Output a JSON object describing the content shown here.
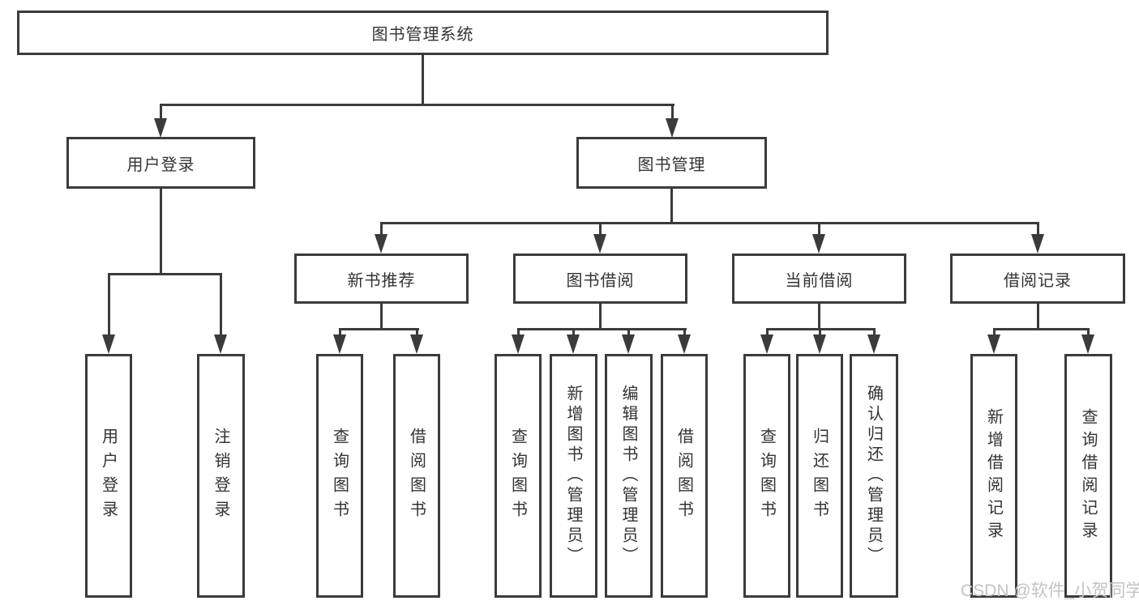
{
  "diagram": {
    "title_note": "functional structure tree",
    "root": {
      "label": "图书管理系统"
    },
    "branches": [
      {
        "label": "用户登录",
        "children": [
          {
            "label": "用户登录"
          },
          {
            "label": "注销登录"
          }
        ]
      },
      {
        "label": "图书管理",
        "children": [
          {
            "label": "新书推荐",
            "children": [
              {
                "label": "查询图书"
              },
              {
                "label": "借阅图书"
              }
            ]
          },
          {
            "label": "图书借阅",
            "children": [
              {
                "label": "查询图书"
              },
              {
                "label": "新增图书（管理员）"
              },
              {
                "label": "编辑图书（管理员）"
              },
              {
                "label": "借阅图书"
              }
            ]
          },
          {
            "label": "当前借阅",
            "children": [
              {
                "label": "查询图书"
              },
              {
                "label": "归还图书"
              },
              {
                "label": "确认归还（管理员）"
              }
            ]
          },
          {
            "label": "借阅记录",
            "children": [
              {
                "label": "新增借阅记录"
              },
              {
                "label": "查询借阅记录"
              }
            ]
          }
        ]
      }
    ],
    "colors": {
      "line": "#3b3b3b",
      "text": "#333333",
      "watermark": "#c3c3c3",
      "background": "#ffffff"
    },
    "watermark": "CSDN @软件_小贺同学"
  }
}
